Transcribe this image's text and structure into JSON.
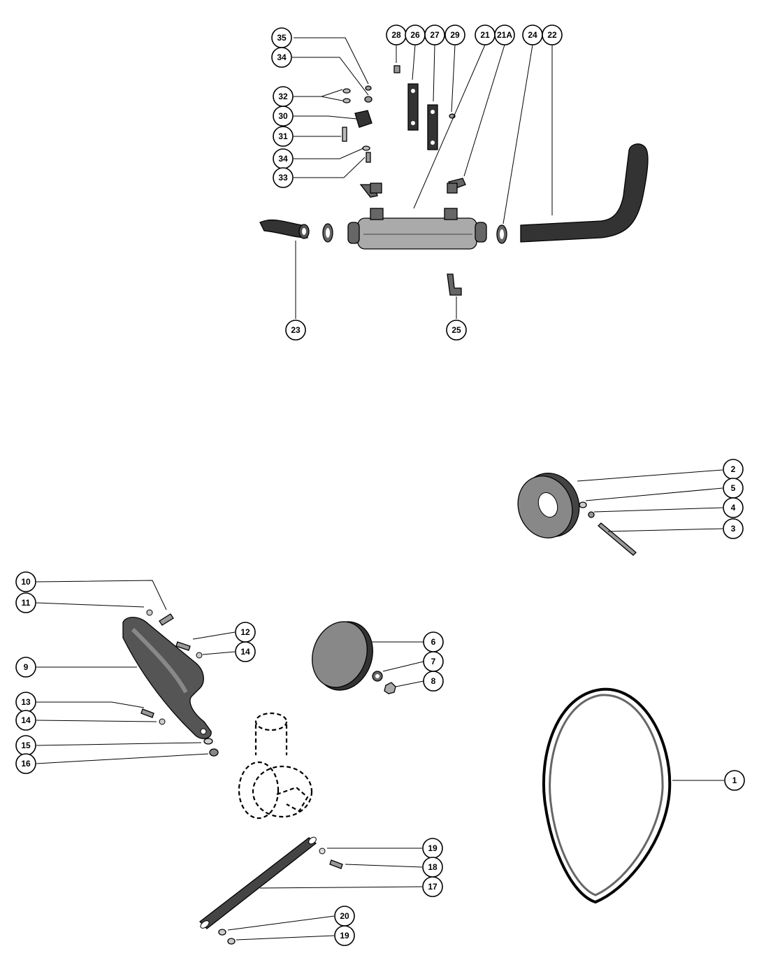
{
  "callouts": {
    "c35": "35",
    "c34a": "34",
    "c32": "32",
    "c30": "30",
    "c31": "31",
    "c34b": "34",
    "c33": "33",
    "c28": "28",
    "c26": "26",
    "c27": "27",
    "c29": "29",
    "c21": "21",
    "c21A": "21A",
    "c24": "24",
    "c22": "22",
    "c23": "23",
    "c25": "25",
    "c2": "2",
    "c5": "5",
    "c4": "4",
    "c3": "3",
    "c10": "10",
    "c11": "11",
    "c12": "12",
    "c14a": "14",
    "c9": "9",
    "c13": "13",
    "c14b": "14",
    "c15": "15",
    "c16": "16",
    "c6": "6",
    "c7": "7",
    "c8": "8",
    "c1": "1",
    "c19a": "19",
    "c18": "18",
    "c17": "17",
    "c20": "20",
    "c19b": "19"
  }
}
